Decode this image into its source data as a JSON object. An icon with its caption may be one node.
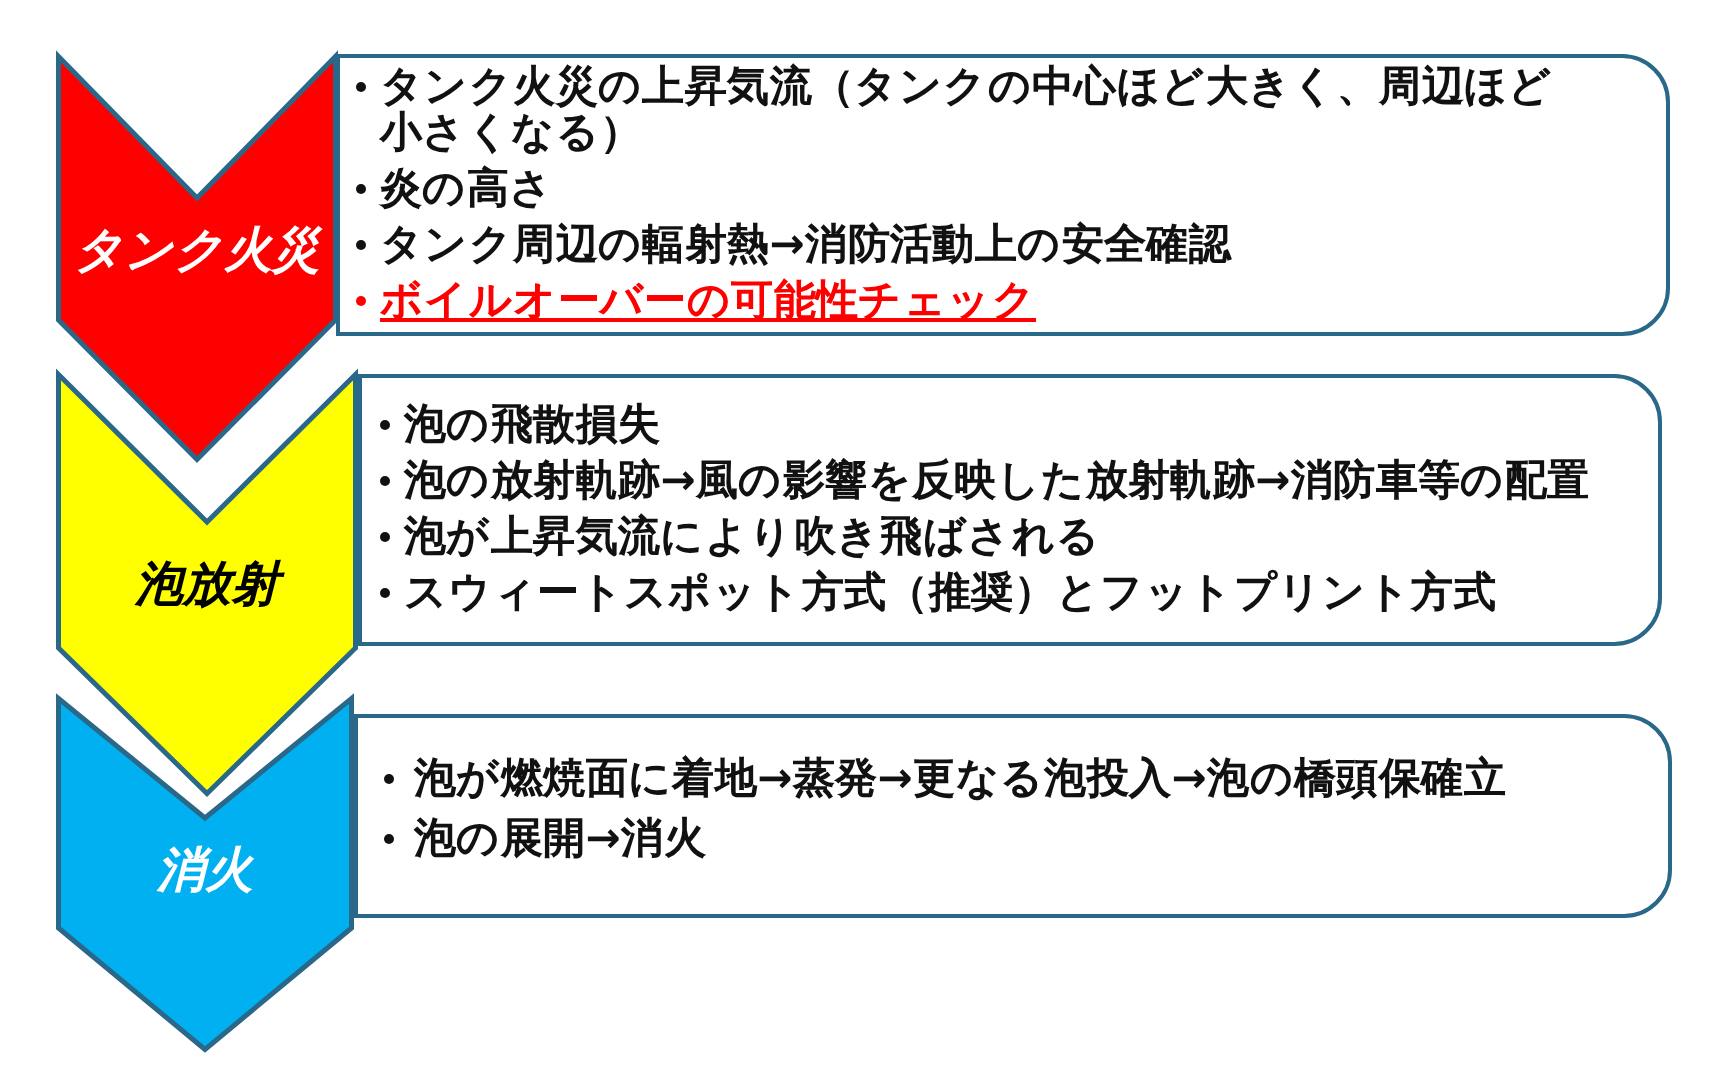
{
  "diagram": {
    "nodes": [
      {
        "text": [
          "タンク火災"
        ]
      },
      {
        "text": [
          "タンク火災の上昇気流（タンクの中心ほど大きく、周辺ほど小さくなる）",
          "炎の高さ",
          "タンク周辺の輻射熱→消防活動上の安全確認",
          "ボイルオーバーの可能性チェック"
        ]
      },
      {
        "text": [
          "泡放射"
        ]
      },
      {
        "text": [
          "泡の飛散損失",
          "泡の放射軌跡→風の影響を反映した放射軌跡→消防車等の配置",
          "泡が上昇気流により吹き飛ばされる",
          "スウィートスポット方式（推奨）とフットプリント方式"
        ]
      },
      {
        "text": [
          "消火"
        ]
      },
      {
        "text": [
          "泡が燃焼面に着地→蒸発→更なる泡投入→泡の橋頭保確立",
          "泡の展開→消火"
        ]
      }
    ]
  }
}
